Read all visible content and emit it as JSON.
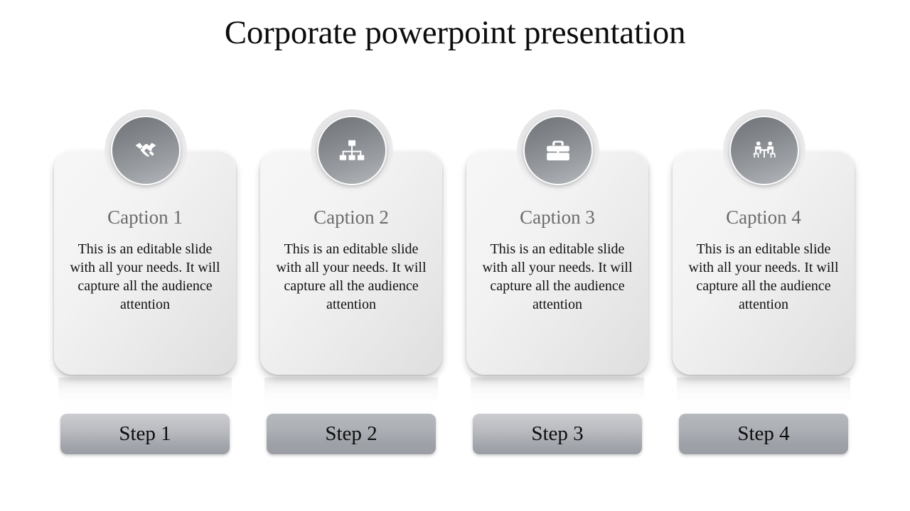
{
  "slide": {
    "title": "Corporate powerpoint presentation",
    "background_color": "#ffffff",
    "title_color": "#0d0d0d"
  },
  "theme": {
    "card_fill_light": "#f7f7f7",
    "card_fill_dark": "#dedede",
    "circle_gradient_start": "#6f7378",
    "circle_gradient_end": "#b4b7bb",
    "caption_color": "#6b6b6b",
    "body_text_color": "#111111",
    "button_gradient_start": "#cbcdd1",
    "button_gradient_end": "#9b9ea4"
  },
  "columns": [
    {
      "icon": "handshake-icon",
      "caption": "Caption 1",
      "body": "This is an editable slide with all your needs. It will capture all the audience attention",
      "step_label": "Step 1"
    },
    {
      "icon": "org-chart-icon",
      "caption": "Caption 2",
      "body": "This is an editable slide with all your needs. It will capture all the audience attention",
      "step_label": "Step 2"
    },
    {
      "icon": "briefcase-icon",
      "caption": "Caption 3",
      "body": "This is an editable slide with all your needs. It will capture all the audience attention",
      "step_label": "Step 3"
    },
    {
      "icon": "meeting-table-icon",
      "caption": "Caption 4",
      "body": "This is an editable slide with all your needs. It will capture all the audience attention",
      "step_label": "Step 4"
    }
  ]
}
